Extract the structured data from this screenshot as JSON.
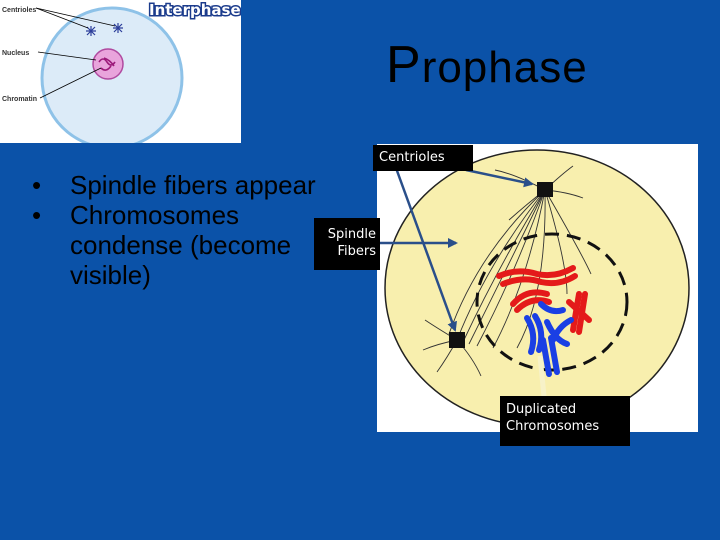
{
  "thumbnail": {
    "title": "Interphase",
    "labels": {
      "centrioles": "Centrioles",
      "nucleus": "Nucleus",
      "chromatin": "Chromatin"
    }
  },
  "title": {
    "first_letter": "P",
    "rest": "rophase"
  },
  "bullets": [
    {
      "text": "Spindle fibers appear"
    },
    {
      "main": "Chromosomes condense",
      "paren": " (become visible)"
    }
  ],
  "callouts": {
    "centrioles": "Centrioles",
    "spindle_line1": "Spindle",
    "spindle_line2": "Fibers",
    "dup_line1": "Duplicated",
    "dup_line2": "Chromosomes"
  },
  "colors": {
    "background": "#0b52a8",
    "cell_fill": "#f8efae",
    "chromosome_red": "#e41a1a",
    "chromosome_blue": "#1a3fe4",
    "arrow": "#2a4f8a",
    "nucleus_fill": "#d66cc4"
  }
}
